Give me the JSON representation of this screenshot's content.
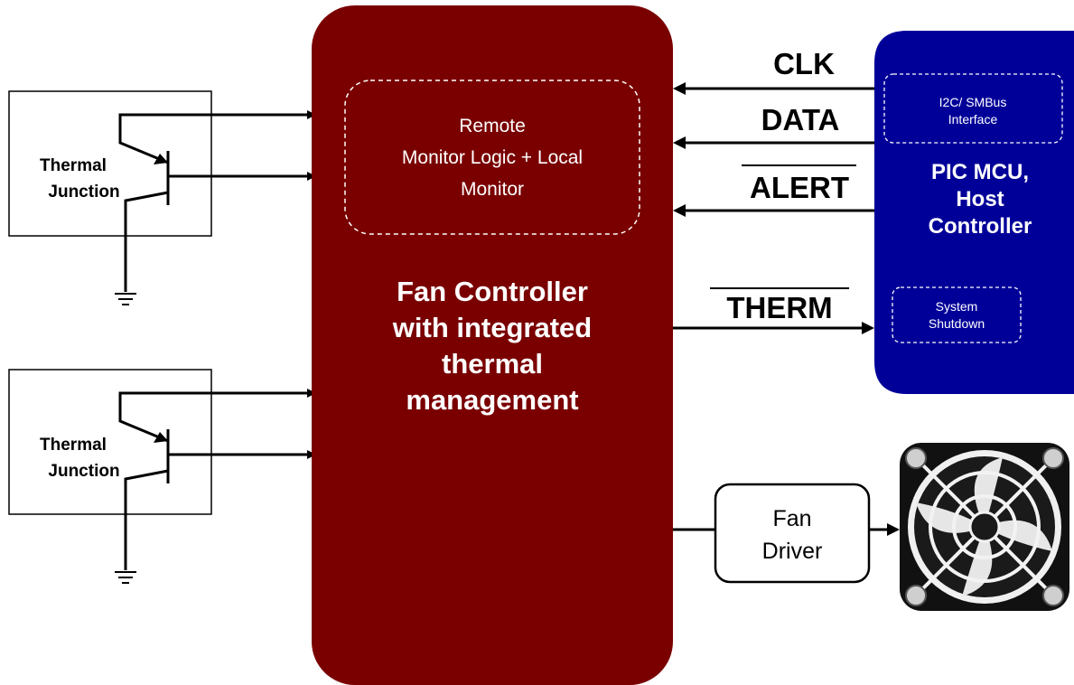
{
  "sensors": [
    {
      "label_line1": "Thermal",
      "label_line2": "Junction"
    },
    {
      "label_line1": "Thermal",
      "label_line2": "Junction"
    }
  ],
  "controller": {
    "title_lines": [
      "Fan Controller",
      "with integrated",
      "thermal",
      "management"
    ],
    "monitor_lines": [
      "Remote",
      "Monitor Logic + Local",
      "Monitor"
    ]
  },
  "signals": {
    "clk": "CLK",
    "data": "DATA",
    "alert": "ALERT",
    "therm": "THERM"
  },
  "mcu": {
    "title_lines": [
      "PIC MCU,",
      "Host",
      "Controller"
    ],
    "interface_lines": [
      "I2C/ SMBus",
      "Interface"
    ],
    "shutdown_lines": [
      "System",
      "Shutdown"
    ]
  },
  "fan_driver": {
    "lines": [
      "Fan",
      "Driver"
    ]
  },
  "colors": {
    "controller_fill": "#7a0000",
    "mcu_fill": "#000099",
    "line": "#000000",
    "fan_dark": "#111111",
    "fan_light": "#e6e6e6"
  },
  "icons": [
    "ground-icon",
    "transistor-icon",
    "fan-icon",
    "arrow-icon"
  ]
}
